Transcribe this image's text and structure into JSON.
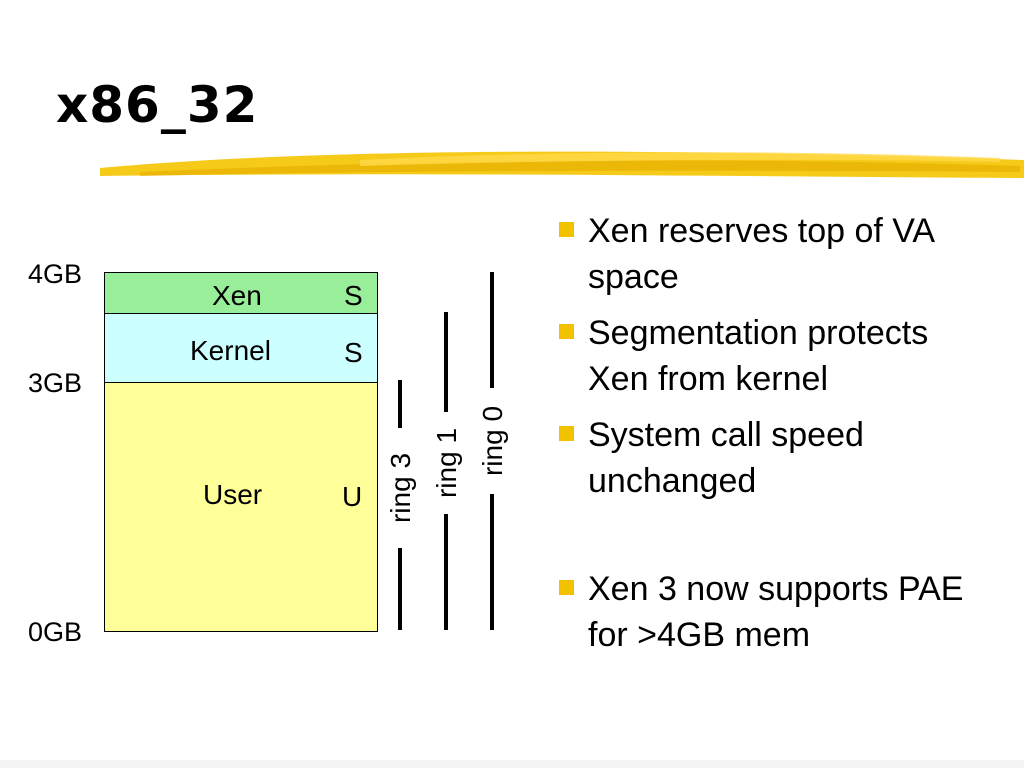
{
  "slide": {
    "title": "x86_32",
    "colors": {
      "brush": "#f5c400",
      "xen_region": "#99ee99",
      "kernel_region": "#ccffff",
      "user_region": "#ffff99",
      "bullet": "#f2c200"
    }
  },
  "diagram": {
    "addresses": [
      "4GB",
      "3GB",
      "0GB"
    ],
    "regions": [
      {
        "name": "Xen",
        "mode": "S"
      },
      {
        "name": "Kernel",
        "mode": "S"
      },
      {
        "name": "User",
        "mode": "U"
      }
    ],
    "rings": [
      "ring 3",
      "ring 1",
      "ring 0"
    ]
  },
  "bullets": [
    "Xen reserves top of VA space",
    "Segmentation protects Xen from kernel",
    "System call speed unchanged",
    "Xen 3 now supports PAE for >4GB mem"
  ]
}
